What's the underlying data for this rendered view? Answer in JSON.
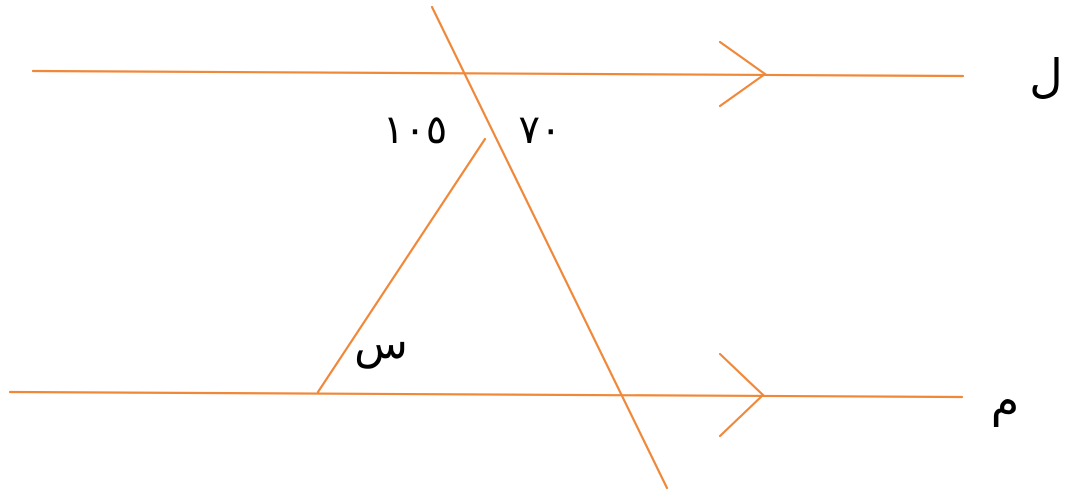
{
  "labels": {
    "line_top": "ل",
    "line_bottom": "م",
    "angle_upper_left": "١٠٥",
    "angle_upper_right": "٧٠",
    "angle_unknown": "س"
  },
  "colors": {
    "line": "#f0883a",
    "text": "#000000"
  },
  "icons": {
    "parallel_marker": "arrowhead-chevron"
  }
}
